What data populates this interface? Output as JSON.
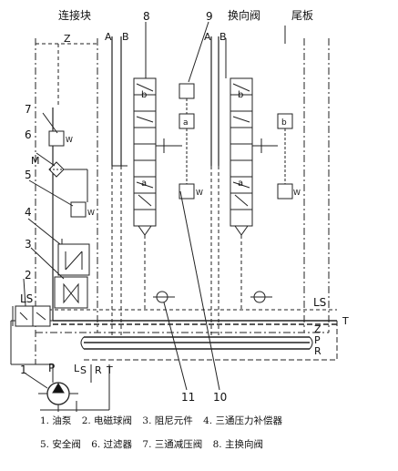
{
  "sections": {
    "connector_block": "连接块",
    "directional_valve": "换向阀",
    "end_plate": "尾板"
  },
  "ports": {
    "Z": "Z",
    "A": "A",
    "B": "B",
    "P": "P",
    "L": "L",
    "S": "S",
    "R": "R",
    "T": "T",
    "LS": "LS",
    "M": "M",
    "W": "W",
    "a": "a",
    "b": "b"
  },
  "callouts": [
    "1",
    "2",
    "3",
    "4",
    "5",
    "6",
    "7",
    "8",
    "9",
    "10",
    "11"
  ],
  "legend": {
    "row1": [
      "1. 油泵",
      "2. 电磁球阀",
      "3. 阻尼元件",
      "4. 三通压力补偿器"
    ],
    "row2": [
      "5. 安全阀",
      "6. 过滤器",
      "7. 三通减压阀",
      "8. 主换向阀"
    ]
  }
}
